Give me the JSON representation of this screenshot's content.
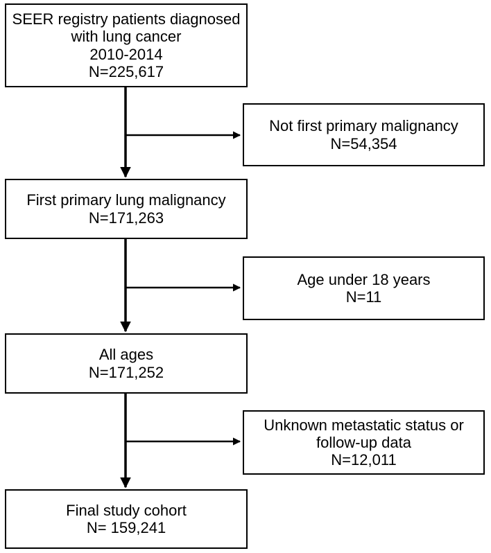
{
  "flowchart": {
    "main_boxes": [
      {
        "id": "seer",
        "lines": [
          "SEER registry patients diagnosed",
          "with lung cancer",
          "2010-2014",
          "N=225,617"
        ]
      },
      {
        "id": "first-primary",
        "lines": [
          "First primary lung malignancy",
          "N=171,263"
        ]
      },
      {
        "id": "all-ages",
        "lines": [
          "All ages",
          "N=171,252"
        ]
      },
      {
        "id": "final",
        "lines": [
          "Final study cohort",
          "N= 159,241"
        ]
      }
    ],
    "exclusion_boxes": [
      {
        "id": "not-first-primary",
        "lines": [
          "Not first primary malignancy",
          "N=54,354"
        ]
      },
      {
        "id": "age-under-18",
        "lines": [
          "Age under 18 years",
          "N=11"
        ]
      },
      {
        "id": "unknown-metastatic",
        "lines": [
          "Unknown metastatic status or",
          "follow-up data",
          "N=12,011"
        ]
      }
    ]
  }
}
